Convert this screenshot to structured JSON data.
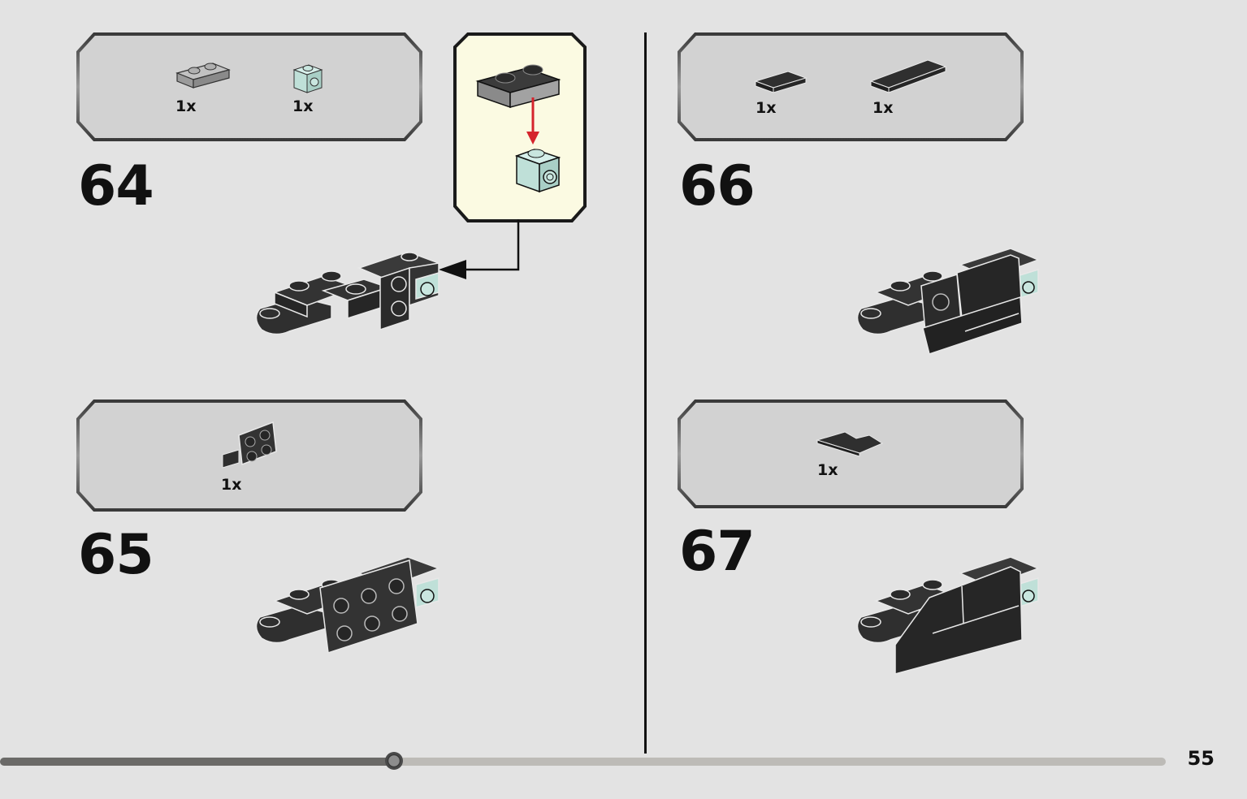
{
  "page": {
    "number": "55"
  },
  "progress": {
    "fraction": 0.338
  },
  "colors": {
    "background": "#e3e3e3",
    "parts_box": "#d2d2d2",
    "callout": "#fbfae2",
    "dark_brick": "#2f2f2f",
    "light_gray_brick": "#a9a9a9",
    "light_aqua_brick": "#bfe0d8",
    "arrow_red": "#d5242c"
  },
  "steps": [
    {
      "number": "64",
      "parts": [
        {
          "icon": "plate-1x2-light-gray-icon",
          "qty": "1x"
        },
        {
          "icon": "brick-1x1-stud-side-light-aqua-icon",
          "qty": "1x"
        }
      ]
    },
    {
      "number": "65",
      "parts": [
        {
          "icon": "bracket-1x2-2x2-dark-gray-icon",
          "qty": "1x"
        }
      ]
    },
    {
      "number": "66",
      "parts": [
        {
          "icon": "tile-1x2-black-icon",
          "qty": "1x"
        },
        {
          "icon": "tile-1x4-black-icon",
          "qty": "1x"
        }
      ]
    },
    {
      "number": "67",
      "parts": [
        {
          "icon": "wedge-tile-black-icon",
          "qty": "1x"
        }
      ]
    }
  ]
}
